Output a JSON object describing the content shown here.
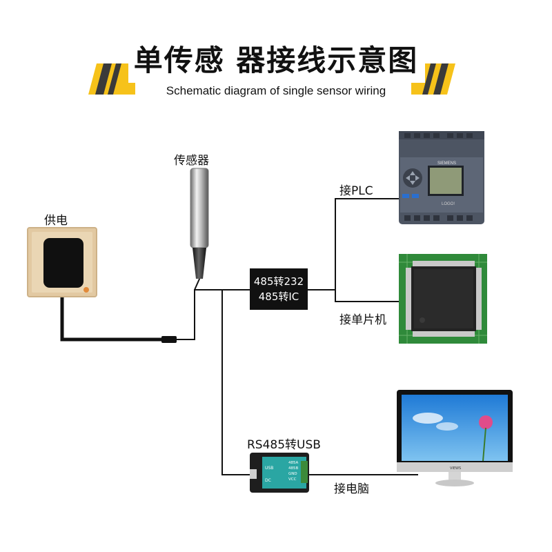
{
  "header": {
    "title": "单传感 器接线示意图",
    "subtitle": "Schematic diagram of single sensor wiring"
  },
  "labels": {
    "sensor": "传感器",
    "power": "供电",
    "plc": "接PLC",
    "mcu": "接单片机",
    "rs485_usb": "RS485转USB",
    "computer": "接电脑"
  },
  "converter": {
    "line1": "485转232",
    "line2": "485转IC"
  },
  "devices": {
    "plc_brand": "SIEMENS",
    "plc_model": "LOGO!",
    "usb_module_left": [
      "USB",
      "DC"
    ],
    "usb_module_right": [
      "485A",
      "485B",
      "GND",
      "VCC"
    ],
    "monitor_brand": "VIEWS"
  },
  "colors": {
    "accent_yellow": "#f6c21a",
    "wire": "#111111",
    "pcb_green": "#2f8a3a",
    "module_teal": "#2aa6a3"
  }
}
